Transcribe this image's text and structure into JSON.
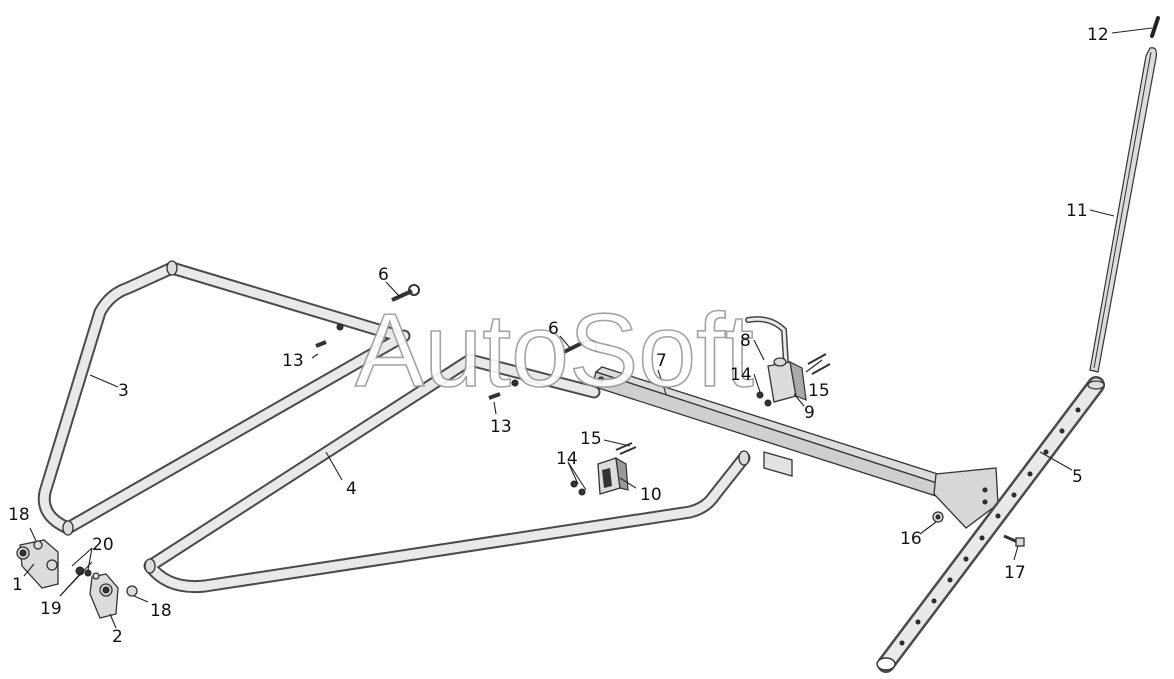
{
  "watermark": "AutoSoft",
  "callouts": [
    "1",
    "2",
    "3",
    "4",
    "5",
    "6",
    "6",
    "7",
    "8",
    "9",
    "10",
    "11",
    "12",
    "13",
    "13",
    "14",
    "14",
    "15",
    "15",
    "16",
    "17",
    "18",
    "18",
    "19",
    "20"
  ]
}
